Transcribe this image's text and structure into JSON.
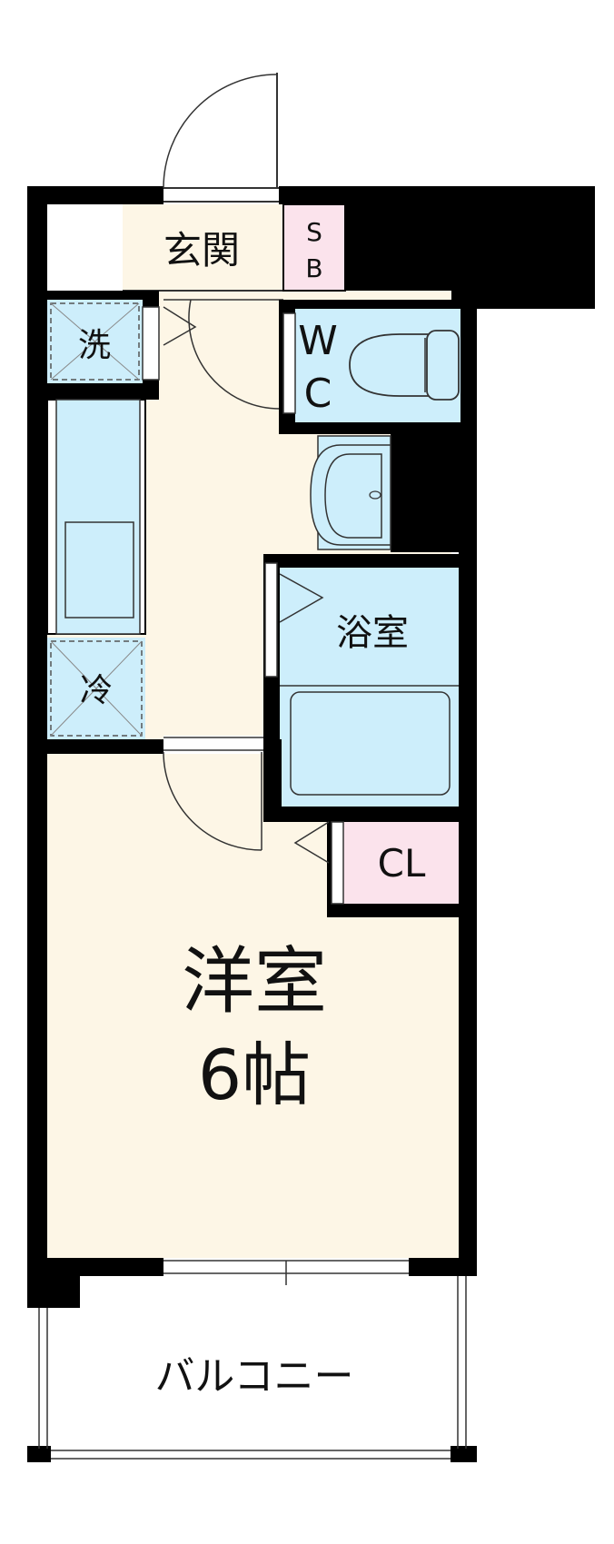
{
  "rooms": {
    "entrance": "玄関",
    "shoe_box": [
      "S",
      "B"
    ],
    "washer": "洗",
    "toilet": [
      "W",
      "C"
    ],
    "fridge": "冷",
    "bathroom": "浴室",
    "closet": "CL",
    "western_room": {
      "name": "洋室",
      "size": "6帖"
    },
    "balcony": "バルコニー"
  },
  "colors": {
    "wall": "#000000",
    "floor": "#fdf6e6",
    "wet_area": "#cdeefb",
    "storage": "#fbe3ec",
    "fixture_line": "#333333"
  }
}
